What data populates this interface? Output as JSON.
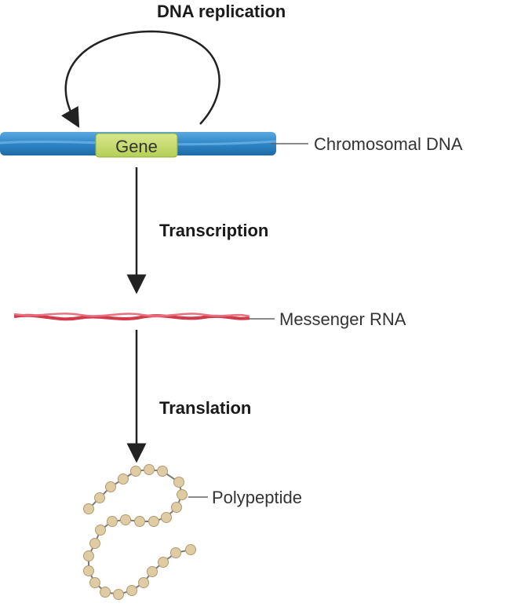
{
  "steps": {
    "replication": "DNA replication",
    "transcription": "Transcription",
    "translation": "Translation"
  },
  "molecules": {
    "gene": "Gene",
    "chromosomal_dna": "Chromosomal DNA",
    "messenger_rna": "Messenger RNA",
    "polypeptide": "Polypeptide"
  },
  "colors": {
    "dna": "#2e86c8",
    "gene": "#c4db6a",
    "rna": "#d23a4b",
    "bead": "#e0cca4",
    "arrow": "#222222"
  }
}
